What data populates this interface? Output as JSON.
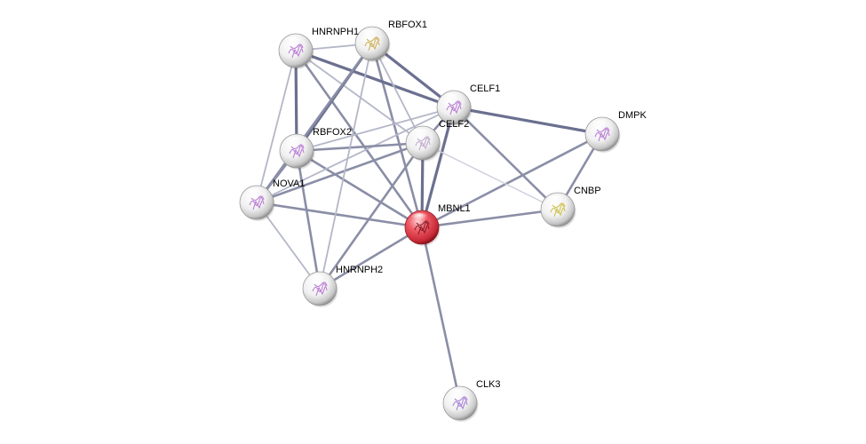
{
  "network": {
    "center_protein": "MBNL1",
    "nodes": [
      {
        "id": "MBNL1",
        "label": "MBNL1",
        "query": true,
        "structure_color": "#7a1020"
      },
      {
        "id": "RBFOX1",
        "label": "RBFOX1",
        "query": false,
        "structure_color": "#c9a640"
      },
      {
        "id": "HNRNPH1",
        "label": "HNRNPH1",
        "query": false,
        "structure_color": "#b06ad0"
      },
      {
        "id": "CELF1",
        "label": "CELF1",
        "query": false,
        "structure_color": "#b06ad0"
      },
      {
        "id": "CELF2",
        "label": "CELF2",
        "query": false,
        "structure_color": "#b8a0c8"
      },
      {
        "id": "RBFOX2",
        "label": "RBFOX2",
        "query": false,
        "structure_color": "#b06ad0"
      },
      {
        "id": "NOVA1",
        "label": "NOVA1",
        "query": false,
        "structure_color": "#b06ad0"
      },
      {
        "id": "HNRNPH2",
        "label": "HNRNPH2",
        "query": false,
        "structure_color": "#b06ad0"
      },
      {
        "id": "DMPK",
        "label": "DMPK",
        "query": false,
        "structure_color": "#b06ad0"
      },
      {
        "id": "CNBP",
        "label": "CNBP",
        "query": false,
        "structure_color": "#c9b830"
      },
      {
        "id": "CLK3",
        "label": "CLK3",
        "query": false,
        "structure_color": "#9a70d0"
      }
    ],
    "edges": [
      {
        "source": "MBNL1",
        "target": "CLK3",
        "strength": "medium"
      },
      {
        "source": "MBNL1",
        "target": "CNBP",
        "strength": "medium"
      },
      {
        "source": "MBNL1",
        "target": "DMPK",
        "strength": "medium"
      },
      {
        "source": "MBNL1",
        "target": "CELF1",
        "strength": "strong"
      },
      {
        "source": "MBNL1",
        "target": "CELF2",
        "strength": "strong"
      },
      {
        "source": "MBNL1",
        "target": "RBFOX1",
        "strength": "medium"
      },
      {
        "source": "MBNL1",
        "target": "HNRNPH1",
        "strength": "medium"
      },
      {
        "source": "MBNL1",
        "target": "RBFOX2",
        "strength": "medium"
      },
      {
        "source": "MBNL1",
        "target": "NOVA1",
        "strength": "medium"
      },
      {
        "source": "MBNL1",
        "target": "HNRNPH2",
        "strength": "medium"
      },
      {
        "source": "CELF1",
        "target": "DMPK",
        "strength": "strong"
      },
      {
        "source": "CELF1",
        "target": "CNBP",
        "strength": "medium"
      },
      {
        "source": "CELF1",
        "target": "HNRNPH1",
        "strength": "strong"
      },
      {
        "source": "CELF1",
        "target": "RBFOX1",
        "strength": "strong"
      },
      {
        "source": "CELF1",
        "target": "RBFOX2",
        "strength": "weak"
      },
      {
        "source": "CELF1",
        "target": "NOVA1",
        "strength": "weak"
      },
      {
        "source": "CELF1",
        "target": "CELF2",
        "strength": "medium"
      },
      {
        "source": "CNBP",
        "target": "DMPK",
        "strength": "medium"
      },
      {
        "source": "CELF2",
        "target": "RBFOX1",
        "strength": "weak"
      },
      {
        "source": "CELF2",
        "target": "HNRNPH1",
        "strength": "weak"
      },
      {
        "source": "CELF2",
        "target": "RBFOX2",
        "strength": "medium"
      },
      {
        "source": "CELF2",
        "target": "NOVA1",
        "strength": "medium"
      },
      {
        "source": "CELF2",
        "target": "HNRNPH2",
        "strength": "medium"
      },
      {
        "source": "CELF2",
        "target": "CNBP",
        "strength": "faint"
      },
      {
        "source": "HNRNPH1",
        "target": "RBFOX1",
        "strength": "weak"
      },
      {
        "source": "HNRNPH1",
        "target": "RBFOX2",
        "strength": "strong"
      },
      {
        "source": "HNRNPH1",
        "target": "NOVA1",
        "strength": "weak"
      },
      {
        "source": "RBFOX1",
        "target": "RBFOX2",
        "strength": "strong"
      },
      {
        "source": "RBFOX1",
        "target": "NOVA1",
        "strength": "medium"
      },
      {
        "source": "RBFOX1",
        "target": "HNRNPH2",
        "strength": "weak"
      },
      {
        "source": "RBFOX2",
        "target": "NOVA1",
        "strength": "medium"
      },
      {
        "source": "RBFOX2",
        "target": "HNRNPH2",
        "strength": "medium"
      },
      {
        "source": "NOVA1",
        "target": "HNRNPH2",
        "strength": "weak"
      }
    ],
    "edge_colors": {
      "strong": "#6b7090",
      "medium": "#8a8ea6",
      "weak": "#b4b7c8",
      "faint": "#cdd0dc"
    },
    "node_colors": {
      "query": "#e0404a",
      "default": "#f2f2f2"
    }
  }
}
